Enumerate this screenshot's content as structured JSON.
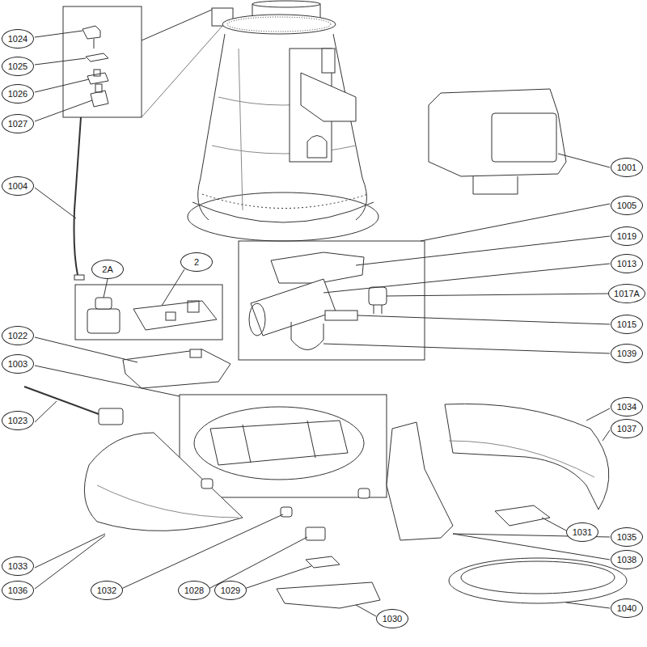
{
  "diagram": {
    "nodes": [
      {
        "text": [
          "1024"
        ]
      },
      {
        "text": [
          "1025"
        ]
      },
      {
        "text": [
          "1026"
        ]
      },
      {
        "text": [
          "1027"
        ]
      },
      {
        "text": [
          "1001"
        ]
      },
      {
        "text": [
          "1004"
        ]
      },
      {
        "text": [
          "1005"
        ]
      },
      {
        "text": [
          "1019"
        ]
      },
      {
        "text": [
          "2A"
        ]
      },
      {
        "text": [
          "2"
        ]
      },
      {
        "text": [
          "1013"
        ]
      },
      {
        "text": [
          "1017A"
        ]
      },
      {
        "text": [
          "1015"
        ]
      },
      {
        "text": [
          "1022"
        ]
      },
      {
        "text": [
          "1039"
        ]
      },
      {
        "text": [
          "1003"
        ]
      },
      {
        "text": [
          "1034"
        ]
      },
      {
        "text": [
          "1023"
        ]
      },
      {
        "text": [
          "1037"
        ]
      },
      {
        "text": [
          "1031"
        ]
      },
      {
        "text": [
          "1035"
        ]
      },
      {
        "text": [
          "1038"
        ]
      },
      {
        "text": [
          "1033"
        ]
      },
      {
        "text": [
          "1036"
        ]
      },
      {
        "text": [
          "1032"
        ]
      },
      {
        "text": [
          "1028"
        ]
      },
      {
        "text": [
          "1029"
        ]
      },
      {
        "text": [
          "1040"
        ]
      },
      {
        "text": [
          "1030"
        ]
      }
    ]
  }
}
